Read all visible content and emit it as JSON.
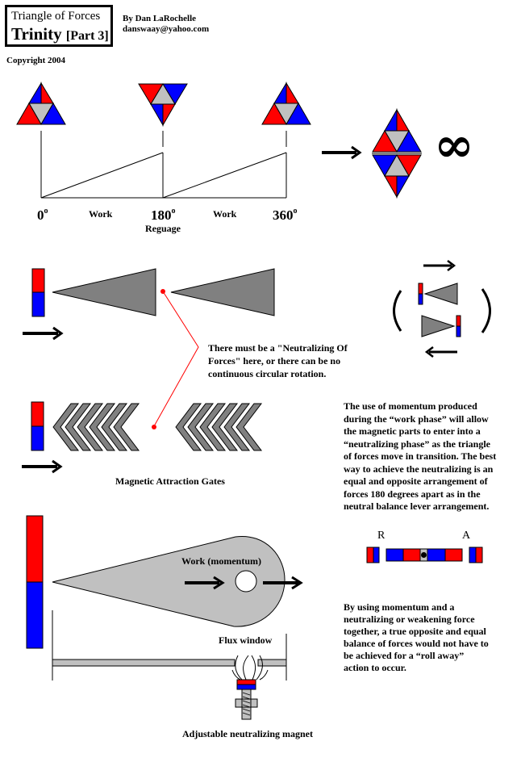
{
  "header": {
    "title_line1": "Triangle of Forces",
    "title_line2": "Trinity",
    "title_part": "[Part 3]",
    "author": "By Dan LaRochelle",
    "email": "danswaay@yahoo.com",
    "copyright": "Copyright 2004"
  },
  "colors": {
    "north": "#ff0000",
    "south": "#0000ff",
    "neutral": "#c0c0c0",
    "gate": "#808080",
    "indicator": "#ff0000"
  },
  "cycle": {
    "degrees": [
      {
        "value": "0",
        "sup": "o"
      },
      {
        "value": "180",
        "sup": "o"
      },
      {
        "value": "360",
        "sup": "o"
      }
    ],
    "phase_labels": [
      "Work",
      "Work"
    ],
    "reguage_label": "Reguage",
    "infinity_symbol": "∞"
  },
  "neutralizing": {
    "note": "There must be a \"Neutralizing Of Forces\" here, or there can be no continuous circular rotation.",
    "note_lines": [
      "There must be a \"Neutralizing Of",
      "Forces\" here, or there can be no",
      "continuous circular rotation."
    ]
  },
  "gates": {
    "caption": "Magnetic Attraction Gates",
    "chevron_count": 6
  },
  "momentum_text": {
    "lines": [
      "The use of momentum produced",
      "during the “work phase” will allow",
      "the magnetic parts to enter into a",
      "“neutralizing phase” as the triangle",
      "of forces move in transition.  The best",
      "way to achieve the neutralizing is an",
      "equal and opposite arrangement of",
      "forces 180 degrees apart as in the",
      "neutral balance lever arrangement."
    ]
  },
  "lever": {
    "label_left": "R",
    "label_right": "A"
  },
  "rotor": {
    "work_label": "Work (momentum)",
    "flux_label": "Flux window",
    "magnet_caption": "Adjustable neutralizing magnet"
  },
  "rollaway_text": {
    "lines": [
      "By using momentum and a",
      "neutralizing or weakening force",
      "together, a true opposite and equal",
      "balance of forces would not have to",
      "be achieved for a “roll away”",
      "action to occur."
    ]
  }
}
